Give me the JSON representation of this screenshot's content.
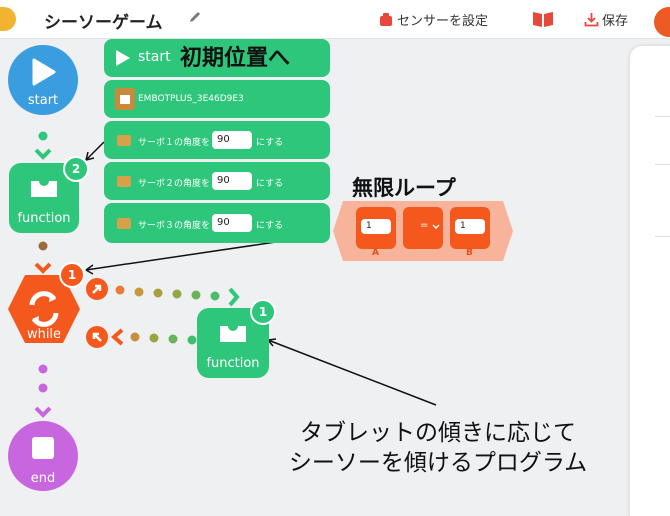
{
  "header": {
    "title": "シーソーゲーム",
    "sensor_btn": "センサーを設定",
    "save_btn": "保存"
  },
  "nodes": {
    "start_label": "start",
    "function_label": "function",
    "while_label": "while",
    "end_label": "end",
    "function_badge": "2",
    "while_badge": "1",
    "function2_badge": "1"
  },
  "blocks": {
    "start_label": "start",
    "device_name": "EMBOTPLUS_3E46D9E3",
    "servos": [
      {
        "label": "サーボ１の角度を",
        "value": "90",
        "suffix": "にする"
      },
      {
        "label": "サーボ２の角度を",
        "value": "90",
        "suffix": "にする"
      },
      {
        "label": "サーボ３の角度を",
        "value": "90",
        "suffix": "にする"
      }
    ]
  },
  "condition": {
    "a_value": "1",
    "op": "=",
    "b_value": "1",
    "a_label": "A",
    "b_label": "B"
  },
  "annotations": {
    "initial": "初期位置へ",
    "loop": "無限ループ",
    "desc_line1": "タブレットの傾きに応じて",
    "desc_line2": "シーソーを傾けるプログラム"
  },
  "colors": {
    "green": "#2ec67a",
    "blue": "#3a9de0",
    "orange": "#f4581c",
    "purple": "#c866e0",
    "salmon": "#f7b49b"
  }
}
